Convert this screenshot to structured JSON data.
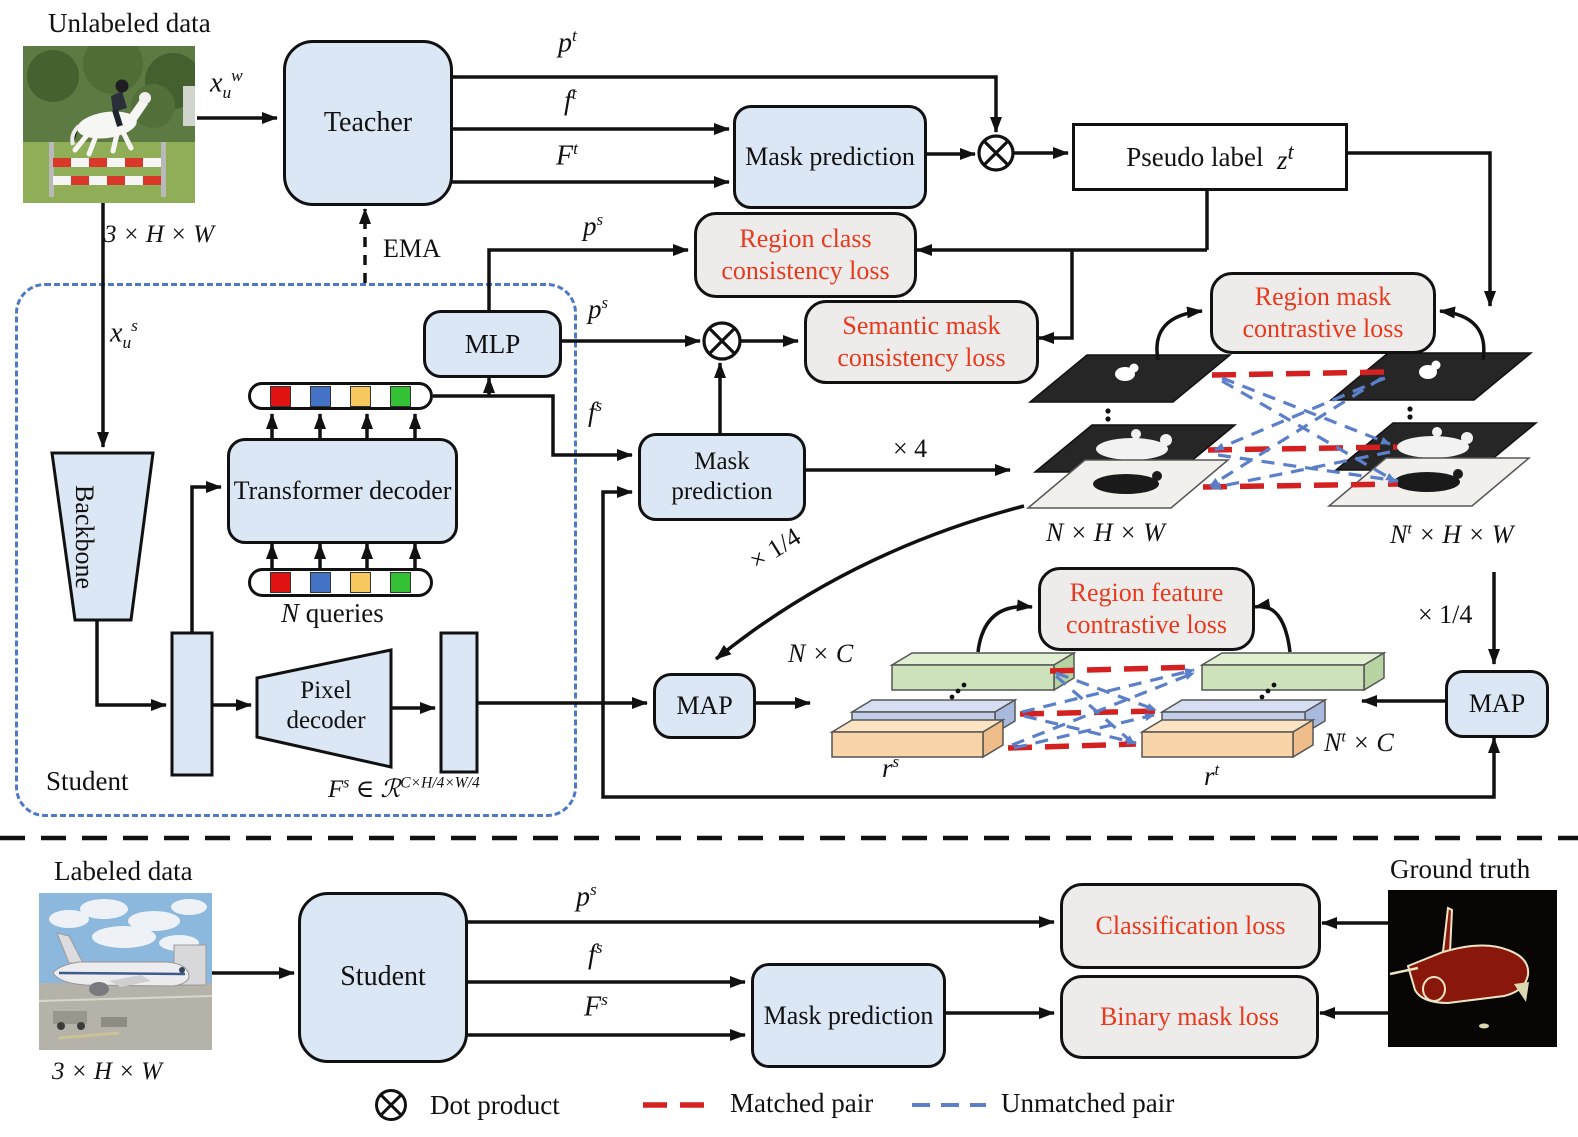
{
  "colors": {
    "node_fill": "#dbe7f4",
    "loss_fill": "#eeeceb",
    "loss_text": "#e8391d",
    "student_box_border": "#4d79c7",
    "matched_pair": "#d42020",
    "unmatched_pair": "#5b7fc8",
    "query_colors": {
      "q1": "#e01312",
      "q2": "#4472c4",
      "q3": "#f7c85e",
      "q4": "#35c135"
    }
  },
  "top": {
    "unlabeled_data": "Unlabeled data",
    "input_dim": "3 × H × W",
    "weak_input": "x<sub>u</sub><sup>w</sup>",
    "strong_input": "x<sub>u</sub><sup>s</sup>",
    "teacher": "Teacher",
    "ema": "EMA",
    "p_t": "p<sup>t</sup>",
    "f_t": "f<sup>t</sup>",
    "F_t": "F<sup>t</sup>",
    "mask_prediction": "Mask prediction",
    "pseudo_label": "Pseudo label&ensp;<span class='math'>z<sup>t</sup></span>"
  },
  "student_branch": {
    "student": "Student",
    "backbone": "Backbone",
    "transformer_decoder": "Transformer decoder",
    "n_queries": "<span class='math'>N</span> queries",
    "pixel_decoder": "Pixel decoder",
    "feature_dim": "F<sup>s</sup> ∈ ℛ<sup>C×H/4×W/4</sup>",
    "mlp": "MLP",
    "p_s": "p<sup>s</sup>",
    "f_s": "f<sup>s</sup>",
    "mask_prediction": "Mask prediction",
    "times4": "× 4",
    "times_quarter": "× 1/4",
    "map": "MAP"
  },
  "losses": {
    "region_class": "Region class consistency loss",
    "semantic_mask": "Semantic mask consistency loss",
    "region_mask": "Region mask contrastive loss",
    "region_feature": "Region feature contrastive loss",
    "classification": "Classification loss",
    "binary_mask": "Binary mask loss"
  },
  "contrastive": {
    "left_mask_dim": "N × H × W",
    "right_mask_dim": "N<sup>t</sup> × H × W",
    "left_feat_dim": "N × C",
    "right_feat_dim": "N<sup>t</sup> × C",
    "r_s": "r<sup>s</sup>",
    "r_t": "r<sup>t</sup>",
    "times_quarter": "× 1/4",
    "map": "MAP"
  },
  "bottom": {
    "labeled_data": "Labeled data",
    "input_dim": "3 × H × W",
    "ground_truth": "Ground truth",
    "student": "Student",
    "p_s": "p<sup>s</sup>",
    "f_s": "f<sup>s</sup>",
    "F_s": "F<sup>s</sup>",
    "mask_prediction": "Mask prediction"
  },
  "legend": {
    "dot_product": "Dot product",
    "matched_pair": "Matched pair",
    "unmatched_pair": "Unmatched pair"
  }
}
